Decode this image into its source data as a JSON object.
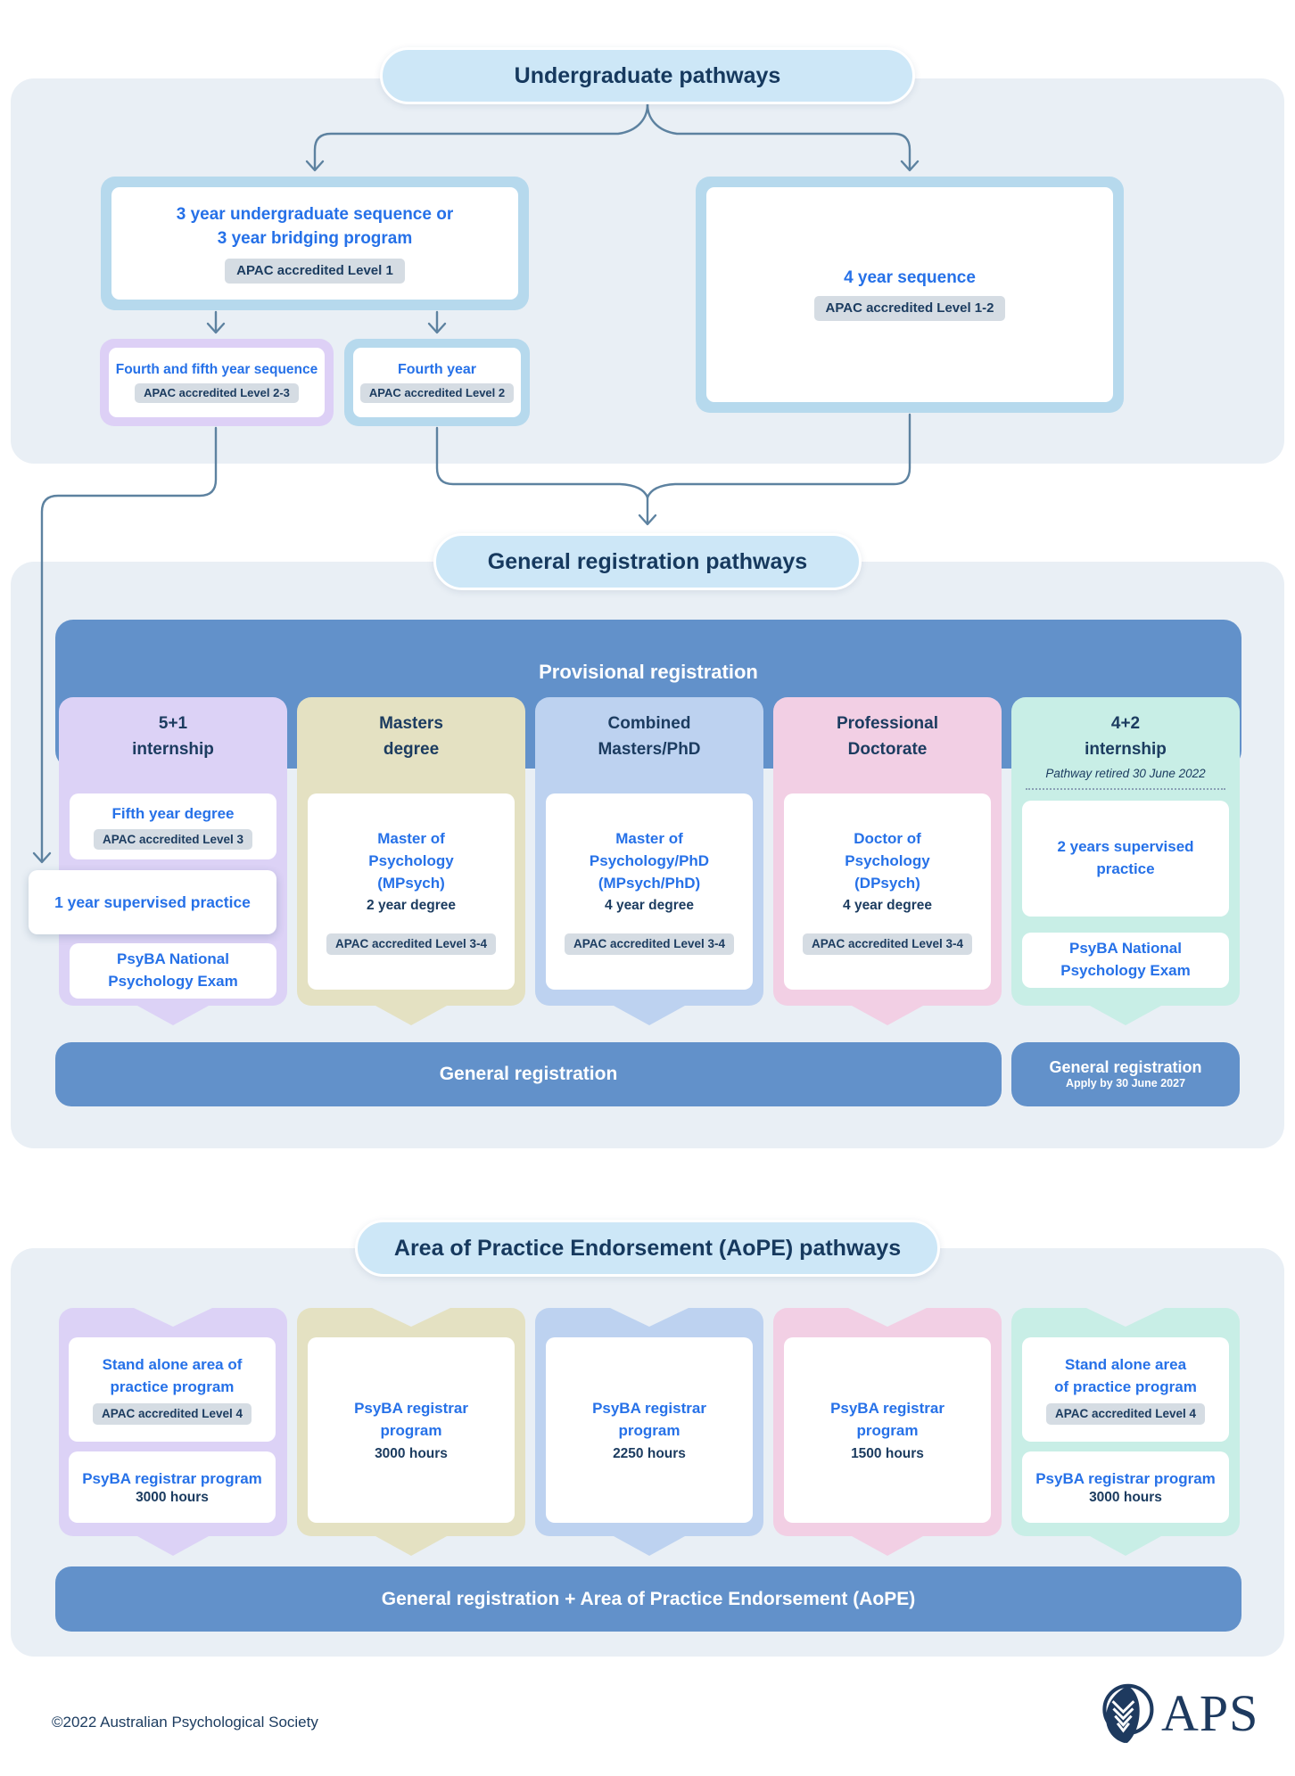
{
  "undergrad": {
    "pill": "Undergraduate pathways",
    "seq3": {
      "line1": "3 year undergraduate sequence or",
      "line2": "3 year bridging program",
      "badge": "APAC accredited Level 1"
    },
    "seq4": {
      "title": "4 year sequence",
      "badge": "APAC accredited Level 1-2"
    },
    "fourth_fifth": {
      "title": "Fourth and fifth year sequence",
      "badge": "APAC accredited Level 2-3"
    },
    "fourth": {
      "title": "Fourth year",
      "badge": "APAC accredited Level 2"
    }
  },
  "genreg": {
    "pill": "General registration pathways",
    "provisional_bar": "Provisional registration",
    "col_5plus1": {
      "h1": "5+1",
      "h2": "internship",
      "degree": "Fifth year degree",
      "degree_badge": "APAC accredited Level 3",
      "practice": "1 year supervised practice",
      "exam1": "PsyBA National",
      "exam2": "Psychology Exam"
    },
    "col_masters": {
      "h1": "Masters",
      "h2": "degree",
      "t1": "Master of",
      "t2": "Psychology",
      "t3": "(MPsych)",
      "sub": "2 year degree",
      "badge": "APAC accredited Level 3-4"
    },
    "col_combined": {
      "h1": "Combined",
      "h2": "Masters/PhD",
      "t1": "Master of",
      "t2": "Psychology/PhD",
      "t3": "(MPsych/PhD)",
      "sub": "4 year degree",
      "badge": "APAC accredited Level 3-4"
    },
    "col_doctorate": {
      "h1": "Professional",
      "h2": "Doctorate",
      "t1": "Doctor of",
      "t2": "Psychology",
      "t3": "(DPsych)",
      "sub": "4 year degree",
      "badge": "APAC accredited Level 3-4"
    },
    "col_4plus2": {
      "h1": "4+2",
      "h2": "internship",
      "note": "Pathway retired 30 June 2022",
      "p1": "2 years supervised",
      "p2": "practice",
      "exam1": "PsyBA National",
      "exam2": "Psychology Exam"
    },
    "outcome": "General registration",
    "outcome42_title": "General registration",
    "outcome42_sub": "Apply by 30 June 2027"
  },
  "aope": {
    "pill": "Area of Practice Endorsement (AoPE) pathways",
    "col_5plus1": {
      "sa1": "Stand alone area of",
      "sa2": "practice program",
      "badge": "APAC accredited Level 4",
      "reg": "PsyBA registrar program",
      "hours": "3000 hours"
    },
    "col_masters": {
      "r1": "PsyBA registrar",
      "r2": "program",
      "hours": "3000 hours"
    },
    "col_combined": {
      "r1": "PsyBA registrar",
      "r2": "program",
      "hours": "2250 hours"
    },
    "col_doctorate": {
      "r1": "PsyBA registrar",
      "r2": "program",
      "hours": "1500 hours"
    },
    "col_4plus2": {
      "sa1": "Stand alone area",
      "sa2": "of practice program",
      "badge": "APAC accredited Level 4",
      "reg": "PsyBA registrar program",
      "hours": "3000 hours"
    },
    "outcome": "General registration + Area of Practice Endorsement (AoPE)"
  },
  "footer": {
    "copyright": "©2022 Australian Psychological Society",
    "logo_text": "APS"
  },
  "colors": {
    "section_bg": "#e9eff5",
    "pill_bg": "#cde7f7",
    "bar_blue": "#6291ca",
    "link_blue": "#2671e8",
    "navy": "#1c3c60",
    "connector": "#5d82a0",
    "badge_bg": "#d5dce3",
    "col_purple": "#dcd2f6",
    "col_khaki": "#e4e1c2",
    "col_blue": "#bdd2f0",
    "col_pink": "#f2cfe4",
    "col_mint": "#c8eee6",
    "frame_blue": "#b6d9ed",
    "frame_purple": "#ddd0f6"
  }
}
